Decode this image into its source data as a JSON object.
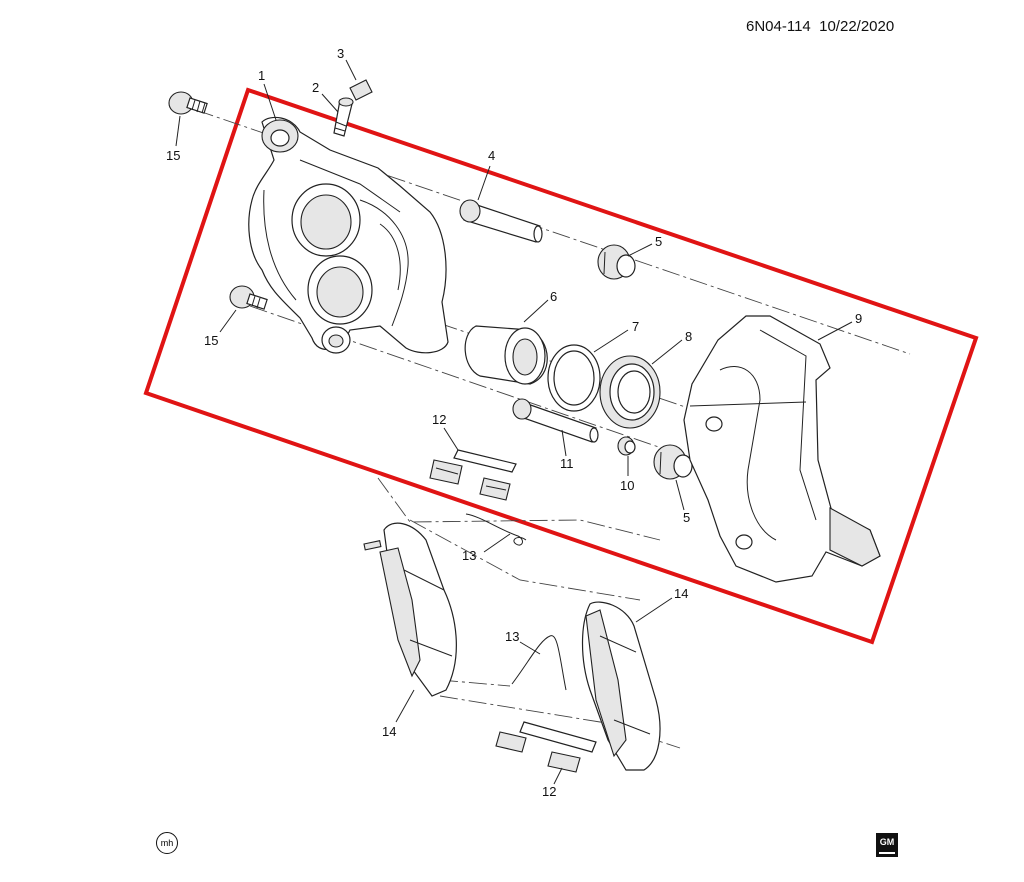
{
  "header": {
    "doc_id": "6N04-114",
    "date": "10/22/2020"
  },
  "highlight_color": "#e01414",
  "callouts": {
    "c1": "1",
    "c2": "2",
    "c3": "3",
    "c4": "4",
    "c5a": "5",
    "c5b": "5",
    "c6": "6",
    "c7": "7",
    "c8": "8",
    "c9": "9",
    "c10": "10",
    "c11": "11",
    "c12a": "12",
    "c12b": "12",
    "c13a": "13",
    "c13b": "13",
    "c14a": "14",
    "c14b": "14",
    "c15a": "15",
    "c15b": "15"
  },
  "footer": {
    "left_logo": "mh",
    "right_logo": "GM"
  }
}
